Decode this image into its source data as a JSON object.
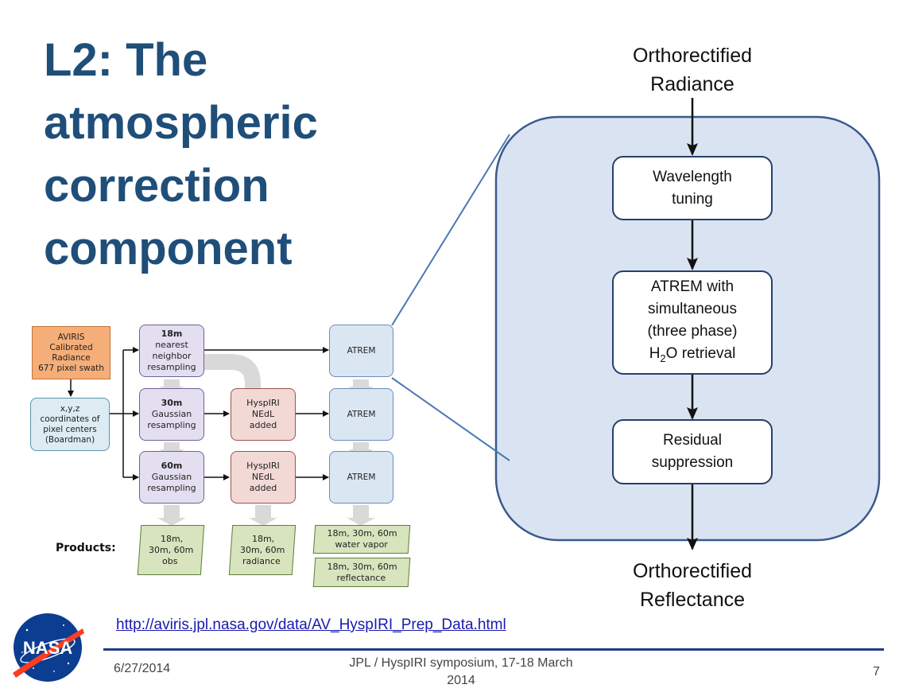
{
  "title": {
    "lines": [
      "L2: The",
      "atmospheric",
      "correction",
      "component"
    ]
  },
  "small_diagram": {
    "source": [
      "AVIRIS",
      "Calibrated",
      "Radiance",
      "677 pixel swath"
    ],
    "coords": [
      "x,y,z",
      "coordinates of",
      "pixel centers",
      "(Boardman)"
    ],
    "resampling": [
      {
        "res": "18m",
        "l1": "nearest",
        "l2": "neighbor",
        "l3": "resampling"
      },
      {
        "res": "30m",
        "l1": "Gaussian",
        "l2": "resampling",
        "l3": ""
      },
      {
        "res": "60m",
        "l1": "Gaussian",
        "l2": "resampling",
        "l3": ""
      }
    ],
    "nedl": [
      {
        "l1": "HyspIRI",
        "l2": "NEdL",
        "l3": "added"
      },
      {
        "l1": "HyspIRI",
        "l2": "NEdL",
        "l3": "added"
      }
    ],
    "atrem": [
      "ATREM",
      "ATREM",
      "ATREM"
    ],
    "products_label": "Products:",
    "products": {
      "obs": [
        "18m,",
        "30m, 60m",
        "obs"
      ],
      "radiance": [
        "18m,",
        "30m, 60m",
        "radiance"
      ],
      "water_vapor": [
        "18m, 30m, 60m",
        "water vapor"
      ],
      "reflectance": [
        "18m, 30m, 60m",
        "reflectance"
      ]
    }
  },
  "flowchart": {
    "input": [
      "Orthorectified",
      "Radiance"
    ],
    "steps": [
      {
        "lines": [
          "Wavelength",
          "tuning"
        ]
      },
      {
        "lines": [
          "ATREM with",
          "simultaneous",
          "(three phase)"
        ],
        "h2o_main": "H",
        "h2o_sub": "2",
        "h2o_rest": "O retrieval"
      },
      {
        "lines": [
          "Residual",
          "suppression"
        ]
      }
    ],
    "output": [
      "Orthorectified",
      "Reflectance"
    ]
  },
  "footer": {
    "url": "http://aviris.jpl.nasa.gov/data/AV_HyspIRI_Prep_Data.html",
    "date": "6/27/2014",
    "event_line1": "JPL / HyspIRI symposium, 17-18 March",
    "event_line2": "2014",
    "page": "7"
  },
  "logo": {
    "text": "NASA",
    "icon": "nasa-meatball-logo"
  },
  "colors": {
    "title": "#1f4e79",
    "expanded_panel": "#dae3f1",
    "panel_border": "#3a5a8c",
    "rule": "#1f3c84",
    "link": "#1a1ab0"
  }
}
